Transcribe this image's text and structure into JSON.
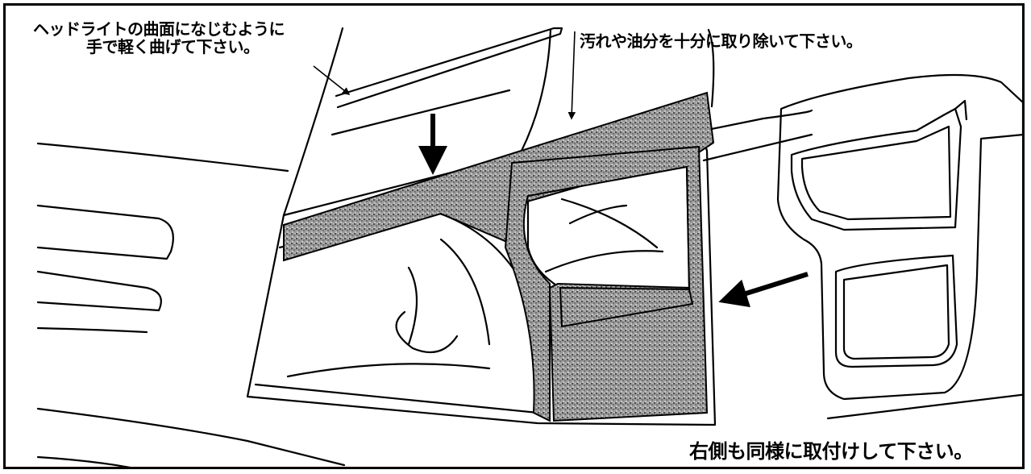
{
  "captions": {
    "bend_line1": "ヘッドライトの曲面になじむように",
    "bend_line2": "手で軽く曲げて下さい。",
    "clean": "汚れや油分を十分に取り除いて下さい。",
    "other_side": "右側も同様に取付けして下さい。"
  },
  "colors": {
    "ink": "#000000",
    "paper": "#ffffff",
    "texture": "#8a8a8a"
  }
}
